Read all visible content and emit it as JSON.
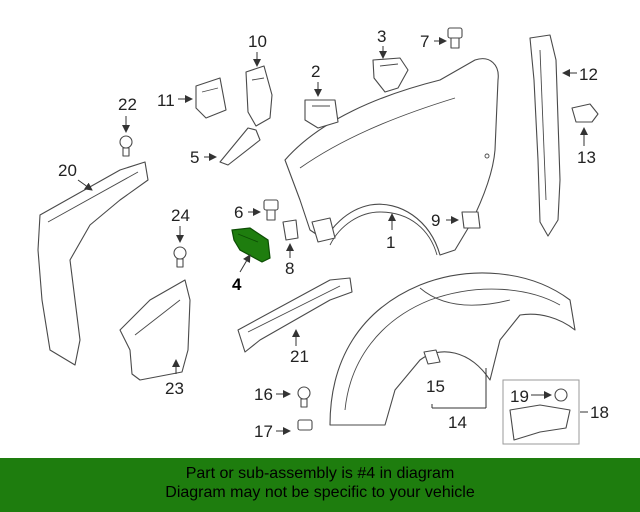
{
  "callouts": {
    "c1": "1",
    "c2": "2",
    "c3": "3",
    "c4": "4",
    "c5": "5",
    "c6": "6",
    "c7": "7",
    "c8": "8",
    "c9": "9",
    "c10": "10",
    "c11": "11",
    "c12": "12",
    "c13": "13",
    "c14": "14",
    "c15": "15",
    "c16": "16",
    "c17": "17",
    "c18": "18",
    "c19": "19",
    "c20": "20",
    "c21": "21",
    "c22": "22",
    "c23": "23",
    "c24": "24"
  },
  "highlight": {
    "part_number": "4",
    "color": "#1e7d0e"
  },
  "banner": {
    "line1": "Part or sub-assembly is #4 in diagram",
    "line2": "Diagram may not be specific to your vehicle",
    "background": "#1e7d0e"
  }
}
